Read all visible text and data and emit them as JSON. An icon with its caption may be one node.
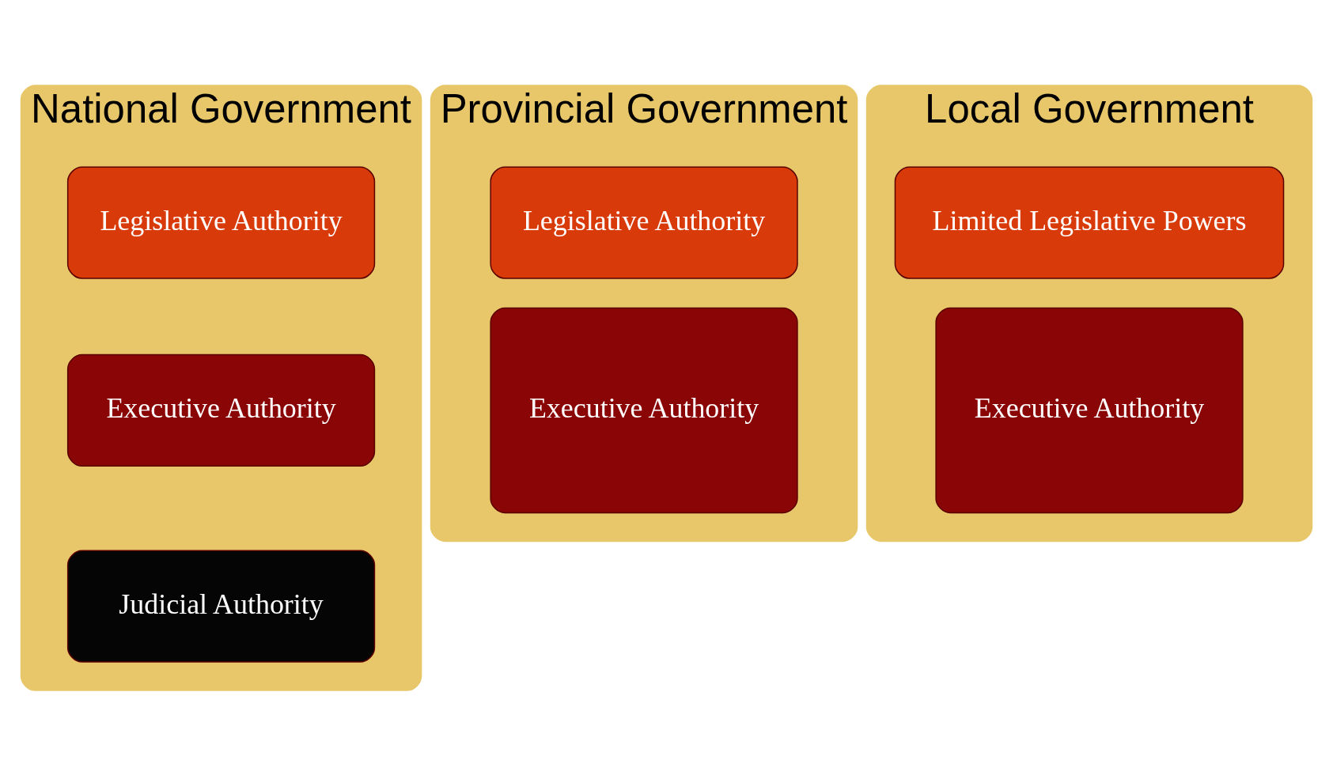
{
  "diagram": {
    "nodes": [
      {
        "text": [
          "National Government"
        ]
      },
      {
        "text": [
          "Legislative Authority"
        ],
        "in": 0
      },
      {
        "text": [
          "Executive Authority"
        ],
        "in": 0
      },
      {
        "text": [
          "Judicial Authority"
        ],
        "in": 0
      },
      {
        "text": [
          "Provincial Government"
        ]
      },
      {
        "text": [
          "Legislative Authority"
        ],
        "in": 4
      },
      {
        "text": [
          "Executive Authority"
        ],
        "in": 4
      },
      {
        "text": [
          "Local Government"
        ]
      },
      {
        "text": [
          "Limited Legislative Powers"
        ],
        "in": 7
      },
      {
        "text": [
          "Executive Authority"
        ],
        "in": 7
      }
    ],
    "edges": []
  }
}
